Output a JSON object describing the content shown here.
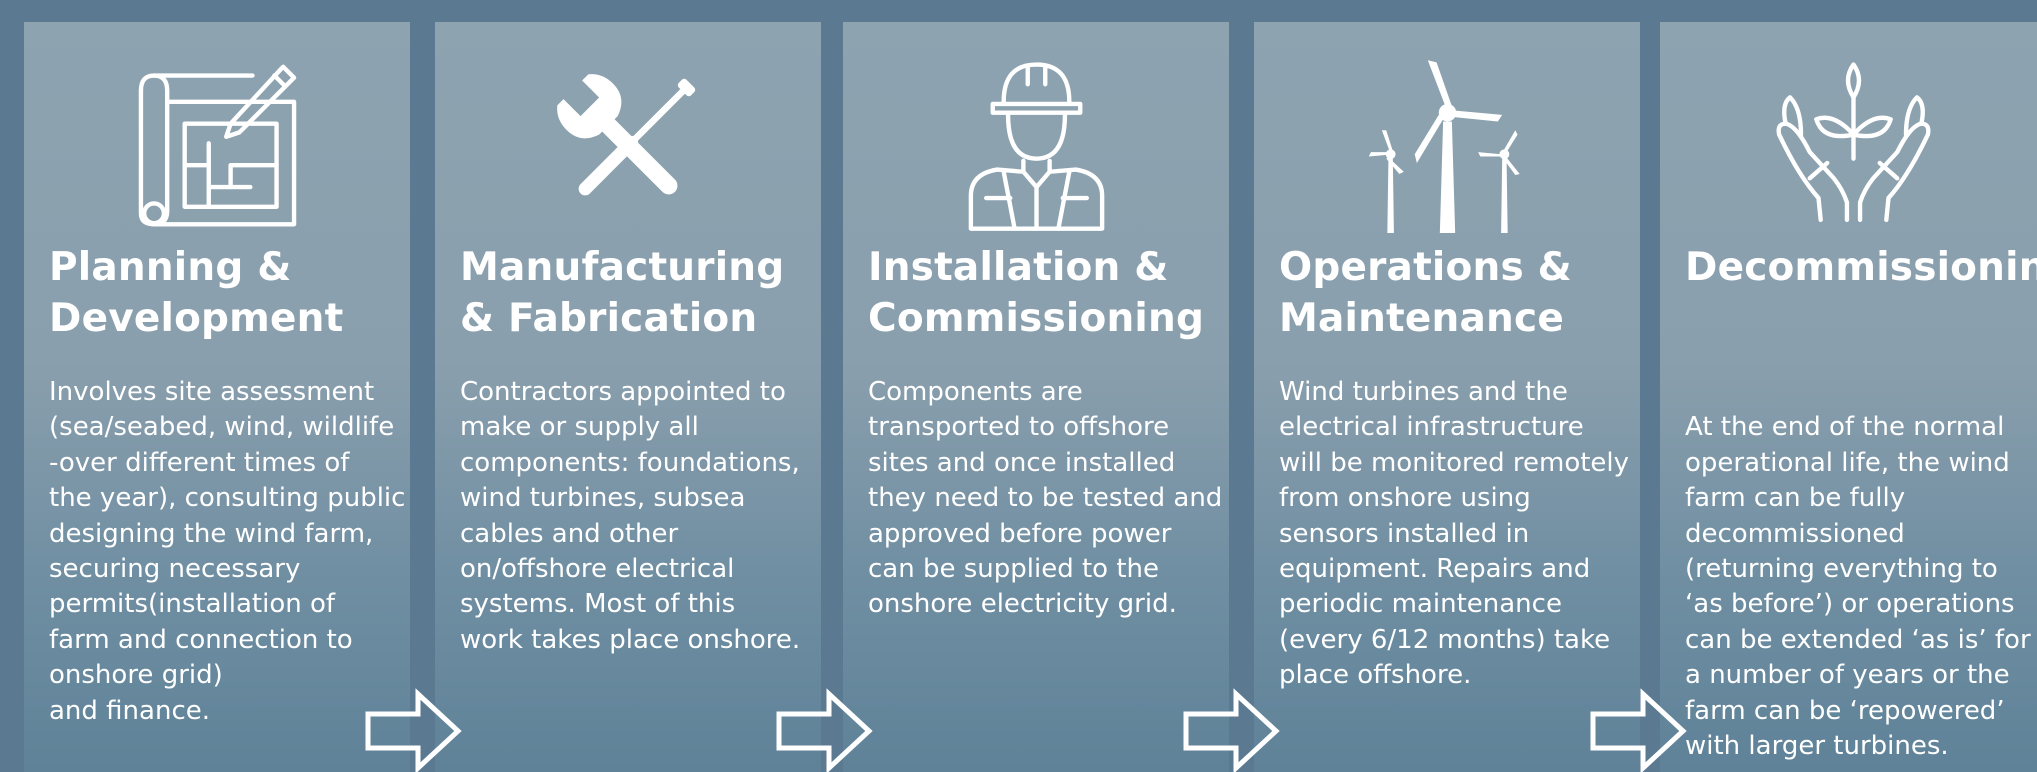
{
  "stages": [
    {
      "icon": "blueprint-pencil-icon",
      "title": "Planning &\nDevelopment",
      "description": "Involves site assessment\n(sea/seabed, wind, wildlife\n-over different times of\nthe year), consulting public\ndesigning the wind farm,\nsecuring necessary\npermits(installation of\nfarm and connection to\nonshore grid)\nand finance."
    },
    {
      "icon": "wrench-screwdriver-icon",
      "title": "Manufacturing\n& Fabrication",
      "description": "Contractors appointed to\nmake or supply all\ncomponents: foundations,\nwind turbines, subsea\ncables and other\non/offshore electrical\nsystems.  Most of this\nwork takes place onshore."
    },
    {
      "icon": "construction-worker-icon",
      "title": "Installation &\nCommissioning",
      "description": "Components are\ntransported to offshore\nsites and once installed\nthey need to be tested and\napproved before power\ncan be supplied to the\nonshore electricity grid."
    },
    {
      "icon": "wind-turbines-icon",
      "title": "Operations &\nMaintenance",
      "description": "Wind turbines and the\nelectrical infrastructure\nwill be monitored remotely\nfrom onshore using\nsensors installed in\nequipment. Repairs and\nperiodic maintenance\n(every 6/12 months) take\nplace offshore."
    },
    {
      "icon": "hands-plant-icon",
      "title": "Decommissioning",
      "description": "\nAt the end of the normal\noperational life, the wind\nfarm can be fully\ndecommissioned\n(returning everything to\n‘as before’) or operations\ncan be extended ‘as is’ for\na number of years or the\nfarm can be ‘repowered’\nwith larger turbines."
    }
  ],
  "connectors": [
    "arrow-right-icon",
    "arrow-right-icon",
    "arrow-right-icon",
    "arrow-right-icon"
  ],
  "colors": {
    "background": "#5b7a92",
    "panel_top": "#8da3b0",
    "panel_bottom": "#5f8298",
    "text": "#ffffff"
  }
}
